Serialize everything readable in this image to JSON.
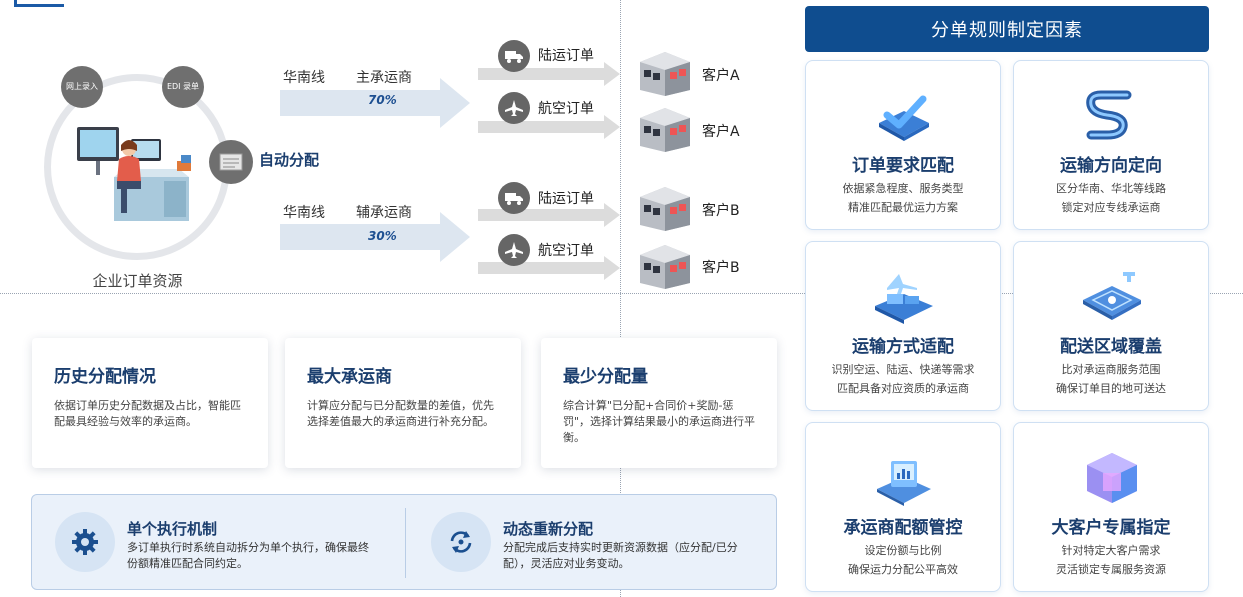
{
  "enterprise": {
    "label": "企业订单资源",
    "source_online": "网上录入",
    "source_edi": "EDI 录单"
  },
  "auto_allocation": {
    "label": "自动分配"
  },
  "routes": [
    {
      "line": "华南线",
      "carrier": "主承运商",
      "percent": "70%",
      "orders": [
        {
          "label": "陆运订单",
          "icon": "truck-icon",
          "customer": "客户A"
        },
        {
          "label": "航空订单",
          "icon": "plane-icon",
          "customer": "客户A"
        }
      ]
    },
    {
      "line": "华南线",
      "carrier": "辅承运商",
      "percent": "30%",
      "orders": [
        {
          "label": "陆运订单",
          "icon": "truck-icon",
          "customer": "客户B"
        },
        {
          "label": "航空订单",
          "icon": "plane-icon",
          "customer": "客户B"
        }
      ]
    }
  ],
  "factors": [
    {
      "title": "历史分配情况",
      "desc": "依据订单历史分配数据及占比，智能匹配最具经验与效率的承运商。"
    },
    {
      "title": "最大承运商",
      "desc": "计算应分配与已分配数量的差值，优先选择差值最大的承运商进行补充分配。"
    },
    {
      "title": "最少分配量",
      "desc": "综合计算\"已分配+合同价+奖励-惩罚\"，选择计算结果最小的承运商进行平衡。"
    }
  ],
  "mechanisms": [
    {
      "title": "单个执行机制",
      "desc": "多订单执行时系统自动拆分为单个执行，确保最终份额精准匹配合同约定。",
      "icon": "gear-icon"
    },
    {
      "title": "动态重新分配",
      "desc": "分配完成后支持实时更新资源数据（应分配/已分配），灵活应对业务变动。",
      "icon": "refresh-icon"
    }
  ],
  "rules_panel": {
    "title": "分单规则制定因素",
    "cards": [
      {
        "title": "订单要求匹配",
        "line1": "依据紧急程度、服务类型",
        "line2": "精准匹配最优运力方案",
        "icon": "checkmark-3d-icon"
      },
      {
        "title": "运输方向定向",
        "line1": "区分华南、华北等线路",
        "line2": "锁定对应专线承运商",
        "icon": "route-s-icon"
      },
      {
        "title": "运输方式适配",
        "line1": "识别空运、陆运、快递等需求",
        "line2": "匹配具备对应资质的承运商",
        "icon": "transport-modes-icon"
      },
      {
        "title": "配送区域覆盖",
        "line1": "比对承运商服务范围",
        "line2": "确保订单目的地可送达",
        "icon": "map-coverage-icon"
      },
      {
        "title": "承运商配额管控",
        "line1": "设定份额与比例",
        "line2": "确保运力分配公平高效",
        "icon": "quota-monitor-icon"
      },
      {
        "title": "大客户专属指定",
        "line1": "针对特定大客户需求",
        "line2": "灵活锁定专属服务资源",
        "icon": "vip-cube-icon"
      }
    ]
  }
}
